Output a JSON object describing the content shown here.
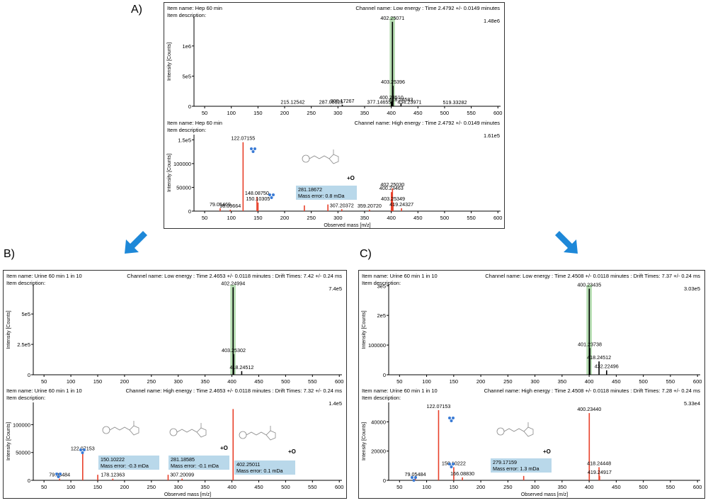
{
  "panels": [
    {
      "label": "A)",
      "frame_id": "A"
    },
    {
      "label": "B)",
      "frame_id": "B"
    },
    {
      "label": "C)",
      "frame_id": "C"
    }
  ],
  "colors": {
    "low_energy_peak": "#000000",
    "high_energy_peak": "#e8402a",
    "highlight_band": "#9fd39a",
    "callout_fill": "#b9d8ea",
    "glycan_icon": "#3a7bd5",
    "arrow": "#1e88d8",
    "axis": "#000000"
  },
  "chart_data": [
    {
      "type": "bar",
      "id": "A-low",
      "item_name": "Item name: Hep 60 min",
      "item_description": "Item description:",
      "channel": "Channel name: Low energy : Time 2.4792 +/- 0.0149 minutes",
      "max_label": "1.48e6",
      "ylabel": "Intensity [Counts]",
      "xlabel": "",
      "xlim": [
        30,
        605
      ],
      "ylim": [
        0,
        1480000
      ],
      "xticks": [
        50,
        100,
        150,
        200,
        250,
        300,
        350,
        400,
        450,
        500,
        550,
        600
      ],
      "yticks": [
        {
          "v": 0,
          "t": "0"
        },
        {
          "v": 500000,
          "t": "5e5"
        },
        {
          "v": 1000000,
          "t": "1e6"
        }
      ],
      "highlight": [
        397,
        407
      ],
      "peaks": [
        {
          "x": 215.12542,
          "y": 3000,
          "label": "215.12542"
        },
        {
          "x": 287.08125,
          "y": 8000,
          "label": "287.08125"
        },
        {
          "x": 308.17267,
          "y": 25000,
          "label": "308.17267"
        },
        {
          "x": 377.14655,
          "y": 8000,
          "label": "377.14655"
        },
        {
          "x": 400.2351,
          "y": 80000,
          "label": "400.23510"
        },
        {
          "x": 402.25071,
          "y": 1400000,
          "label": "402.25071"
        },
        {
          "x": 403.25396,
          "y": 340000,
          "label": "403.25396"
        },
        {
          "x": 418.24583,
          "y": 45000,
          "label": "418.24583"
        },
        {
          "x": 434.23971,
          "y": 4000,
          "label": "434.23971"
        },
        {
          "x": 519.33282,
          "y": 2000,
          "label": "519.33282"
        }
      ]
    },
    {
      "type": "bar",
      "id": "A-high",
      "item_name": "Item name: Hep 60 min",
      "item_description": "Item description:",
      "channel": "Channel name: High energy : Time 2.4792 +/- 0.0149 minutes",
      "max_label": "1.61e5",
      "ylabel": "Intensity [Counts]",
      "xlabel": "Observed mass [m/z]",
      "xlim": [
        30,
        605
      ],
      "ylim": [
        0,
        161000
      ],
      "xticks": [
        50,
        100,
        150,
        200,
        250,
        300,
        350,
        400,
        450,
        500,
        550,
        600
      ],
      "yticks": [
        {
          "v": 0,
          "t": "0"
        },
        {
          "v": 50000,
          "t": "50000"
        },
        {
          "v": 100000,
          "t": "100000"
        },
        {
          "v": 150000,
          "t": "1.5e5"
        }
      ],
      "callouts": [
        {
          "mz": "281.18672",
          "error": "Mass error: 0.8 mDa"
        }
      ],
      "plus_o": [
        "+O"
      ],
      "peaks": [
        {
          "x": 79.05469,
          "y": 6000,
          "label": "79.05469"
        },
        {
          "x": 98.09664,
          "y": 3000,
          "label": "98.09664"
        },
        {
          "x": 122.07155,
          "y": 145000,
          "label": "122.07155"
        },
        {
          "x": 148.0875,
          "y": 30000,
          "label": "148.08750"
        },
        {
          "x": 150.10305,
          "y": 18000,
          "label": "150.10305"
        },
        {
          "x": 237.0,
          "y": 12000,
          "label": ""
        },
        {
          "x": 281.18672,
          "y": 14000,
          "label": ""
        },
        {
          "x": 307.20372,
          "y": 4000,
          "label": "307.20372"
        },
        {
          "x": 359.2072,
          "y": 3000,
          "label": "359.20720"
        },
        {
          "x": 400.23463,
          "y": 40000,
          "label": "400.23463"
        },
        {
          "x": 402.2503,
          "y": 48000,
          "label": "402.25030"
        },
        {
          "x": 403.25349,
          "y": 18000,
          "label": "403.25349"
        },
        {
          "x": 419.24327,
          "y": 6000,
          "label": "419.24327"
        }
      ]
    },
    {
      "type": "bar",
      "id": "B-low",
      "item_name": "Item name: Urine 60 min 1 in 10",
      "item_description": "Item description:",
      "channel": "Channel name: Low energy : Time 2.4653 +/- 0.0118 minutes : Drift Times: 7.42 +/- 0.24 ms",
      "max_label": "7.4e5",
      "ylabel": "Intensity [Counts]",
      "xlabel": "",
      "xlim": [
        30,
        605
      ],
      "ylim": [
        0,
        740000
      ],
      "xticks": [
        50,
        100,
        150,
        200,
        250,
        300,
        350,
        400,
        450,
        500,
        550,
        600
      ],
      "yticks": [
        {
          "v": 0,
          "t": "0"
        },
        {
          "v": 250000,
          "t": "2.5e5"
        },
        {
          "v": 500000,
          "t": "5e5"
        }
      ],
      "highlight": [
        397,
        407
      ],
      "peaks": [
        {
          "x": 402.24994,
          "y": 720000,
          "label": "402.24994"
        },
        {
          "x": 403.25302,
          "y": 170000,
          "label": "403.25302"
        },
        {
          "x": 418.24512,
          "y": 30000,
          "label": "418.24512"
        }
      ]
    },
    {
      "type": "bar",
      "id": "B-high",
      "item_name": "Item name: Urine 60 min 1 in 10",
      "item_description": "Item description:",
      "channel": "Channel name: High energy : Time 2.4653 +/- 0.0118 minutes : Drift Times: 7.32 +/- 0.24 ms",
      "max_label": "1.4e5",
      "ylabel": "Intensity [Counts]",
      "xlabel": "Observed mass [m/z]",
      "xlim": [
        30,
        605
      ],
      "ylim": [
        0,
        140000
      ],
      "xticks": [
        50,
        100,
        150,
        200,
        250,
        300,
        350,
        400,
        450,
        500,
        550,
        600
      ],
      "yticks": [
        {
          "v": 0,
          "t": "0"
        },
        {
          "v": 50000,
          "t": "50000"
        },
        {
          "v": 100000,
          "t": "100000"
        }
      ],
      "callouts": [
        {
          "mz": "150.10222",
          "error": "Mass error: -0.3 mDa"
        },
        {
          "mz": "281.18585",
          "error": "Mass error: -0.1 mDa"
        },
        {
          "mz": "402.25011",
          "error": "Mass error: 0.1 mDa"
        }
      ],
      "plus_o": [
        "+O",
        "+O"
      ],
      "peaks": [
        {
          "x": 79.05484,
          "y": 3000,
          "label": "79.05484"
        },
        {
          "x": 122.07153,
          "y": 50000,
          "label": "122.07153"
        },
        {
          "x": 150.10222,
          "y": 10000,
          "label": ""
        },
        {
          "x": 178.12363,
          "y": 3000,
          "label": "178.12363"
        },
        {
          "x": 281.18585,
          "y": 10000,
          "label": ""
        },
        {
          "x": 307.20099,
          "y": 3000,
          "label": "307.20099"
        },
        {
          "x": 402.25011,
          "y": 128000,
          "label": ""
        }
      ]
    },
    {
      "type": "bar",
      "id": "C-low",
      "item_name": "Item name: Urine 60 min 1 in 10",
      "item_description": "Item description:",
      "channel": "Channel name: Low energy : Time 2.4508 +/- 0.0118 minutes : Drift Times: 7.37 +/- 0.24 ms",
      "max_label": "3.03e5",
      "ylabel": "Intensity [Counts]",
      "xlabel": "",
      "xlim": [
        30,
        605
      ],
      "ylim": [
        0,
        303000
      ],
      "xticks": [
        50,
        100,
        150,
        200,
        250,
        300,
        350,
        400,
        450,
        500,
        550,
        600
      ],
      "yticks": [
        {
          "v": 0,
          "t": "0"
        },
        {
          "v": 100000,
          "t": "100000"
        },
        {
          "v": 200000,
          "t": "2e5"
        },
        {
          "v": 300000,
          "t": "3e5"
        }
      ],
      "highlight": [
        395,
        405
      ],
      "peaks": [
        {
          "x": 400.23435,
          "y": 290000,
          "label": "400.23435"
        },
        {
          "x": 401.23738,
          "y": 90000,
          "label": "401.23738"
        },
        {
          "x": 418.24512,
          "y": 45000,
          "label": "418.24512"
        },
        {
          "x": 432.22496,
          "y": 15000,
          "label": "432.22496"
        }
      ]
    },
    {
      "type": "bar",
      "id": "C-high",
      "item_name": "Item name: Urine 60 min 1 in 10",
      "item_description": "Item description:",
      "channel": "Channel name: High energy : Time 2.4508 +/- 0.0118 minutes : Drift Times: 7.28 +/- 0.24 ms",
      "max_label": "5.33e4",
      "ylabel": "Intensity [Counts]",
      "xlabel": "Observed mass [m/z]",
      "xlim": [
        30,
        605
      ],
      "ylim": [
        0,
        53300
      ],
      "xticks": [
        50,
        100,
        150,
        200,
        250,
        300,
        350,
        400,
        450,
        500,
        550,
        600
      ],
      "yticks": [
        {
          "v": 0,
          "t": "0"
        },
        {
          "v": 20000,
          "t": "20000"
        },
        {
          "v": 40000,
          "t": "40000"
        }
      ],
      "callouts": [
        {
          "mz": "279.17159",
          "error": "Mass error: 1.3 mDa"
        }
      ],
      "plus_o": [
        "+O"
      ],
      "peaks": [
        {
          "x": 79.05484,
          "y": 1500,
          "label": "79.05484"
        },
        {
          "x": 122.07153,
          "y": 48000,
          "label": "122.07153"
        },
        {
          "x": 150.10222,
          "y": 9000,
          "label": "150.10222"
        },
        {
          "x": 166.0883,
          "y": 2000,
          "label": "166.08830"
        },
        {
          "x": 279.17159,
          "y": 3000,
          "label": ""
        },
        {
          "x": 400.2344,
          "y": 46000,
          "label": "400.23440"
        },
        {
          "x": 418.24448,
          "y": 9000,
          "label": "418.24448"
        },
        {
          "x": 419.24917,
          "y": 3000,
          "label": "419.24917"
        }
      ]
    }
  ]
}
